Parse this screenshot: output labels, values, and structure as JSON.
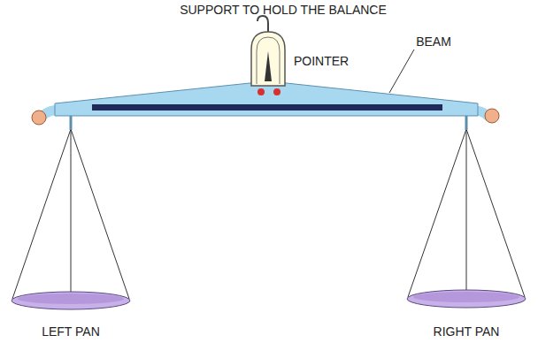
{
  "diagram": {
    "labels": [
      "SUPPORT TO HOLD THE BALANCE",
      "POINTER",
      "BEAM",
      "LEFT PAN",
      "RIGHT PAN"
    ]
  }
}
